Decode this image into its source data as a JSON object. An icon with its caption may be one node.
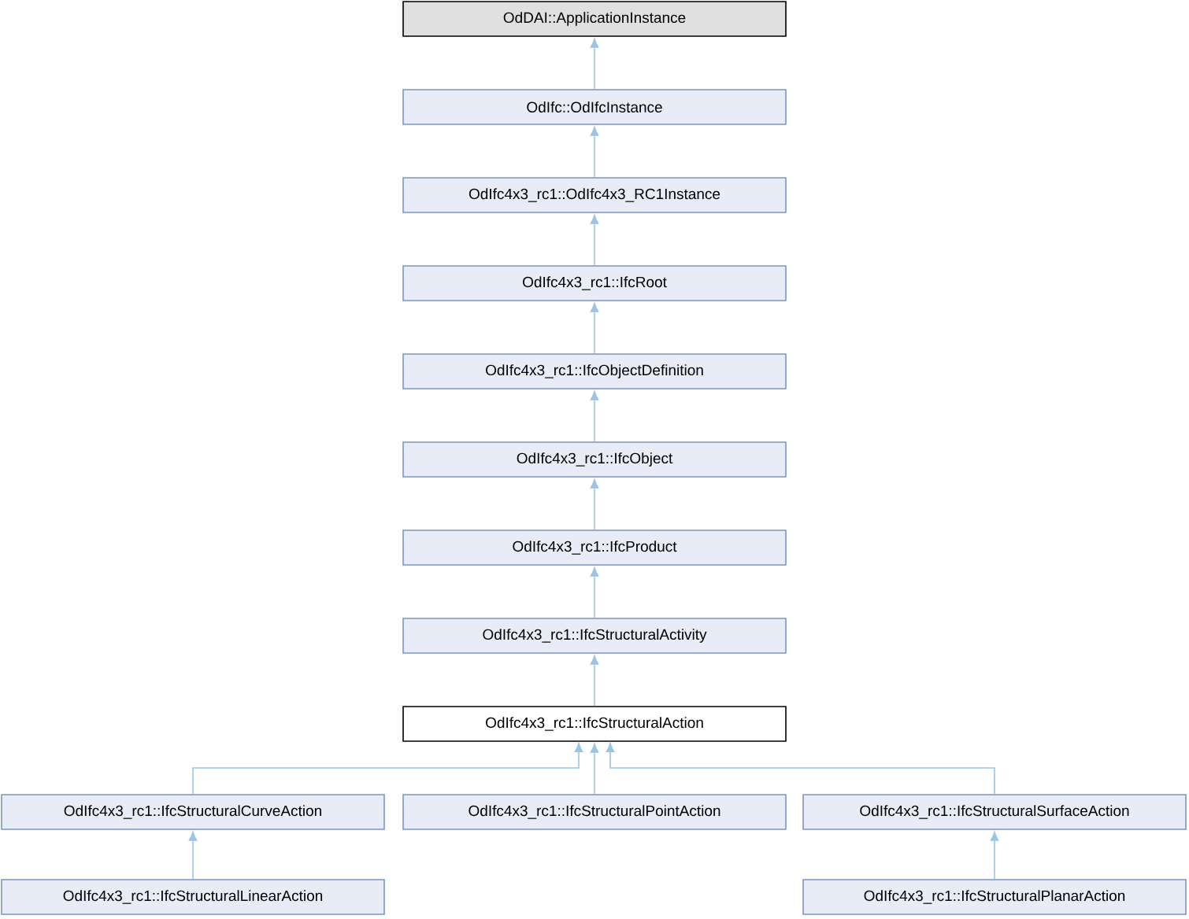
{
  "diagram": {
    "nodes": [
      {
        "text": [
          "OdDAI::ApplicationInstance"
        ]
      },
      {
        "text": [
          "OdIfc::OdIfcInstance"
        ]
      },
      {
        "text": [
          "OdIfc4x3_rc1::OdIfc4x3_RC1Instance"
        ]
      },
      {
        "text": [
          "OdIfc4x3_rc1::IfcRoot"
        ]
      },
      {
        "text": [
          "OdIfc4x3_rc1::IfcObjectDefinition"
        ]
      },
      {
        "text": [
          "OdIfc4x3_rc1::IfcObject"
        ]
      },
      {
        "text": [
          "OdIfc4x3_rc1::IfcProduct"
        ]
      },
      {
        "text": [
          "OdIfc4x3_rc1::IfcStructuralActivity"
        ]
      },
      {
        "text": [
          "OdIfc4x3_rc1::IfcStructuralAction"
        ]
      },
      {
        "text": [
          "OdIfc4x3_rc1::IfcStructuralCurveAction"
        ]
      },
      {
        "text": [
          "OdIfc4x3_rc1::IfcStructuralPointAction"
        ]
      },
      {
        "text": [
          "OdIfc4x3_rc1::IfcStructuralSurfaceAction"
        ]
      },
      {
        "text": [
          "OdIfc4x3_rc1::IfcStructuralLinearAction"
        ]
      },
      {
        "text": [
          "OdIfc4x3_rc1::IfcStructuralPlanarAction"
        ]
      }
    ],
    "edges": [
      {
        "from": 1,
        "to": 0,
        "arrow": "to"
      },
      {
        "from": 2,
        "to": 1,
        "arrow": "to"
      },
      {
        "from": 3,
        "to": 2,
        "arrow": "to"
      },
      {
        "from": 4,
        "to": 3,
        "arrow": "to"
      },
      {
        "from": 5,
        "to": 4,
        "arrow": "to"
      },
      {
        "from": 6,
        "to": 5,
        "arrow": "to"
      },
      {
        "from": 7,
        "to": 6,
        "arrow": "to"
      },
      {
        "from": 8,
        "to": 7,
        "arrow": "to"
      },
      {
        "from": 9,
        "to": 8,
        "arrow": "to"
      },
      {
        "from": 10,
        "to": 8,
        "arrow": "to"
      },
      {
        "from": 11,
        "to": 8,
        "arrow": "to"
      },
      {
        "from": 12,
        "to": 9,
        "arrow": "to"
      },
      {
        "from": 13,
        "to": 11,
        "arrow": "to"
      }
    ]
  }
}
